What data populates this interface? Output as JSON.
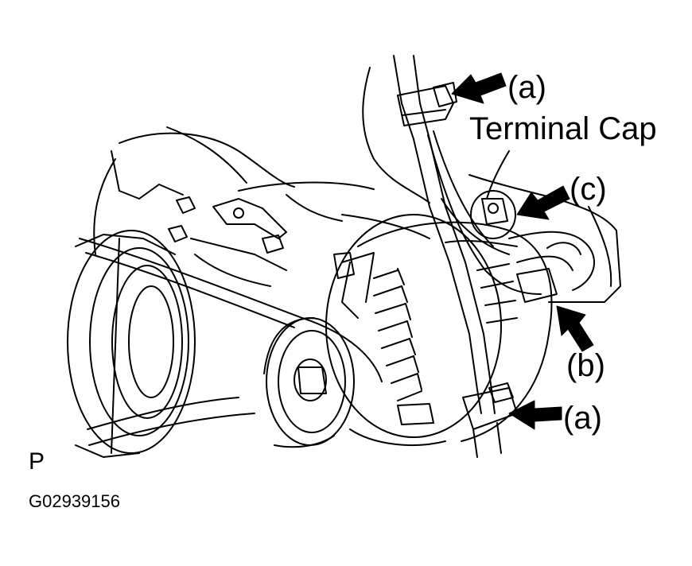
{
  "labels": {
    "a_top": "(a)",
    "terminal_cap": "Terminal Cap",
    "c": "(c)",
    "b": "(b)",
    "a_bottom": "(a)",
    "view_marker": "P",
    "figure_code": "G02939156"
  },
  "colors": {
    "ink": "#000000",
    "paper": "#ffffff"
  }
}
